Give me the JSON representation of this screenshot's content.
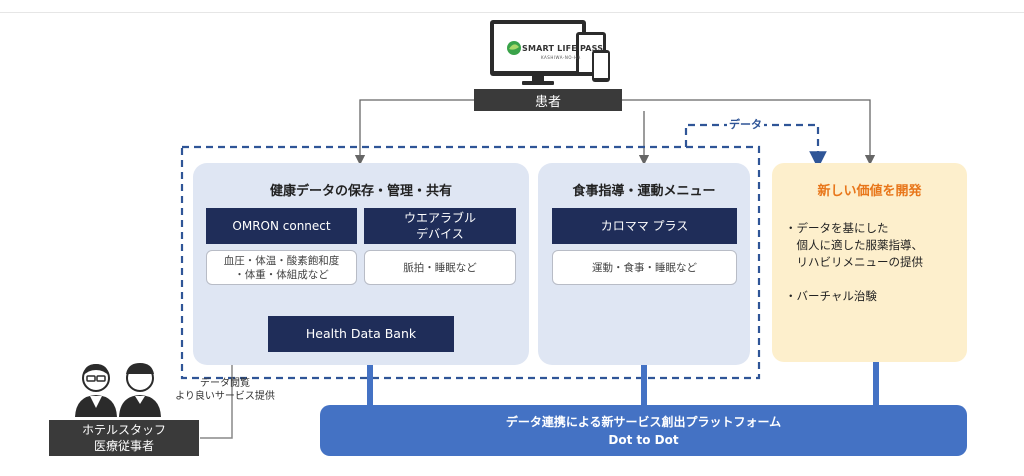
{
  "device": {
    "brand": "SMART LIFE PASS",
    "sub": "KASHIWA-NO-HA"
  },
  "patient_label": "患者",
  "data_flow_label": "データ",
  "panel1": {
    "title": "健康データの保存・管理・共有",
    "omron": "OMRON connect",
    "wearable_line1": "ウエアラブル",
    "wearable_line2": "デバイス",
    "omron_items_line1": "血圧・体温・酸素飽和度",
    "omron_items_line2": "・体重・体組成など",
    "wearable_items": "脈拍・睡眠など",
    "hdb": "Health Data Bank"
  },
  "panel2": {
    "title": "食事指導・運動メニュー",
    "app": "カロママ プラス",
    "items": "運動・食事・睡眠など"
  },
  "new_value": {
    "title": "新しい価値を開発",
    "item1_line1": "・データを基にした",
    "item1_line2": "　個人に適した服薬指導、",
    "item1_line3": "　リハビリメニューの提供",
    "item2": "・バーチャル治験"
  },
  "platform": {
    "line1": "データ連携による新サービス創出プラットフォーム",
    "line2": "Dot to Dot"
  },
  "staff": {
    "note_line1": "データ閲覧",
    "note_line2": "より良いサービス提供",
    "label_line1": "ホテルスタッフ",
    "label_line2": "医療従事者"
  },
  "colors": {
    "navy": "#1f2d59",
    "panel_blue": "#dfe6f3",
    "platform_blue": "#4472c4",
    "new_value_bg": "#fdefcc",
    "new_value_title": "#e8761a",
    "dark_label": "#3a3a3a"
  }
}
